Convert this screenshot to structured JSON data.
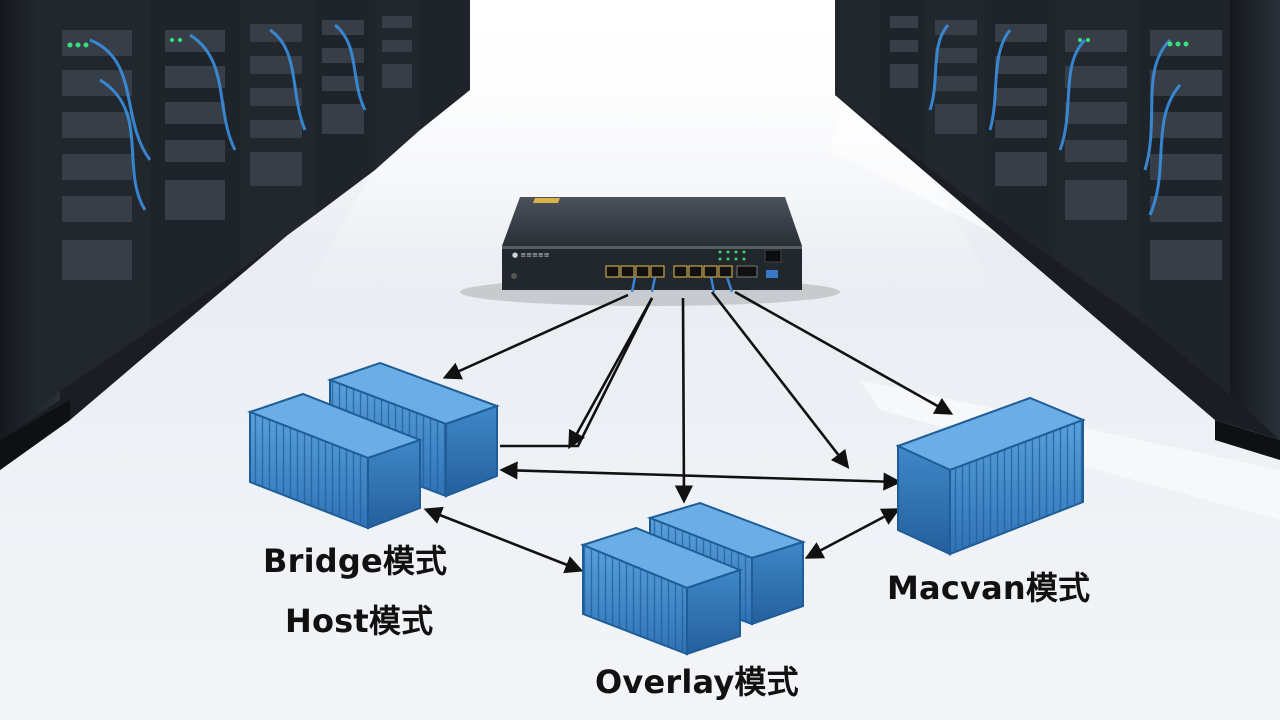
{
  "labels": {
    "bridge": "Bridge模式",
    "host": "Host模式",
    "macvan": "Macvan模式",
    "overlay": "Overlay模式"
  },
  "colors": {
    "container_blue": "#3d86c9",
    "arrow": "#111111",
    "rack": "#1d2229",
    "switch_body": "#2c3138",
    "floor": "#eef1f5"
  },
  "icons": {
    "switch": "network-switch-icon",
    "container": "shipping-container-icon",
    "rack": "server-rack-icon"
  }
}
